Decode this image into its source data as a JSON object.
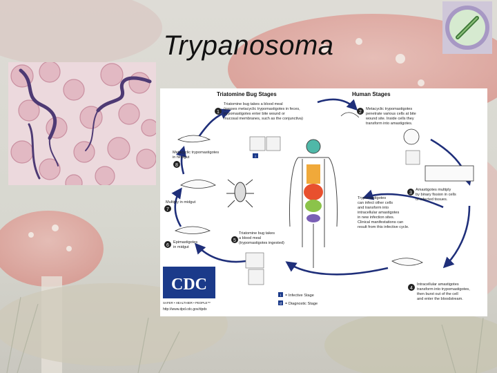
{
  "slide": {
    "title": "Trypanosoma"
  },
  "diagram": {
    "left_heading": "Triatomine Bug Stages",
    "right_heading": "Human Stages",
    "steps": [
      {
        "num": "1",
        "lines": [
          "Triatomine bug takes a blood meal",
          "(passes metacyclic trypomastigotes in feces,",
          "trypomastigotes enter bite wound or",
          "mucosal membranes, such as the conjunctiva)"
        ]
      },
      {
        "num": "2",
        "lines": [
          "Metacyclic trypomastigotes",
          "penetrate various cells at bite",
          "wound site. Inside cells they",
          "transform into amastigotes."
        ]
      },
      {
        "num": "3",
        "lines": [
          "Amastigotes multiply",
          "by binary fission in cells",
          "of infected tissues."
        ]
      },
      {
        "num": "4",
        "lines": [
          "Intracellular amastigotes",
          "transform into trypomastigotes,",
          "then burst out of the cell",
          "and enter the bloodstream."
        ]
      },
      {
        "num": "5",
        "lines": [
          "Triatomine bug takes",
          "a blood meal",
          "(trypomastigotes ingested)"
        ]
      },
      {
        "num": "6",
        "lines": [
          "Epimastigotes",
          "in midgut"
        ]
      },
      {
        "num": "7",
        "lines": [
          "Multiply in midgut"
        ]
      },
      {
        "num": "8",
        "lines": [
          "Metacyclic trypomastigotes",
          "in hindgut"
        ]
      }
    ],
    "middle_note_lines": [
      "Trypomastigotes",
      "can infect other cells",
      "and transform into",
      "intracellular amastigotes",
      "in new infection sites.",
      "Clinical manifestations can",
      "result from this infective cycle."
    ],
    "legend": [
      {
        "marker": "i",
        "label": "= Infective Stage"
      },
      {
        "marker": "d",
        "label": "= Diagnostic Stage"
      }
    ],
    "cdc": {
      "logo_text": "CDC",
      "tagline": "SAFER • HEALTHIER • PEOPLE™",
      "url": "http://www.dpd.cdc.gov/dpdx"
    }
  },
  "colors": {
    "step_marker": "#222222",
    "arrow": "#1f2f7a",
    "cdc_blue": "#1b3a8a",
    "infective_marker": "#1b3a8a",
    "diagnostic_marker": "#1b3a8a"
  }
}
